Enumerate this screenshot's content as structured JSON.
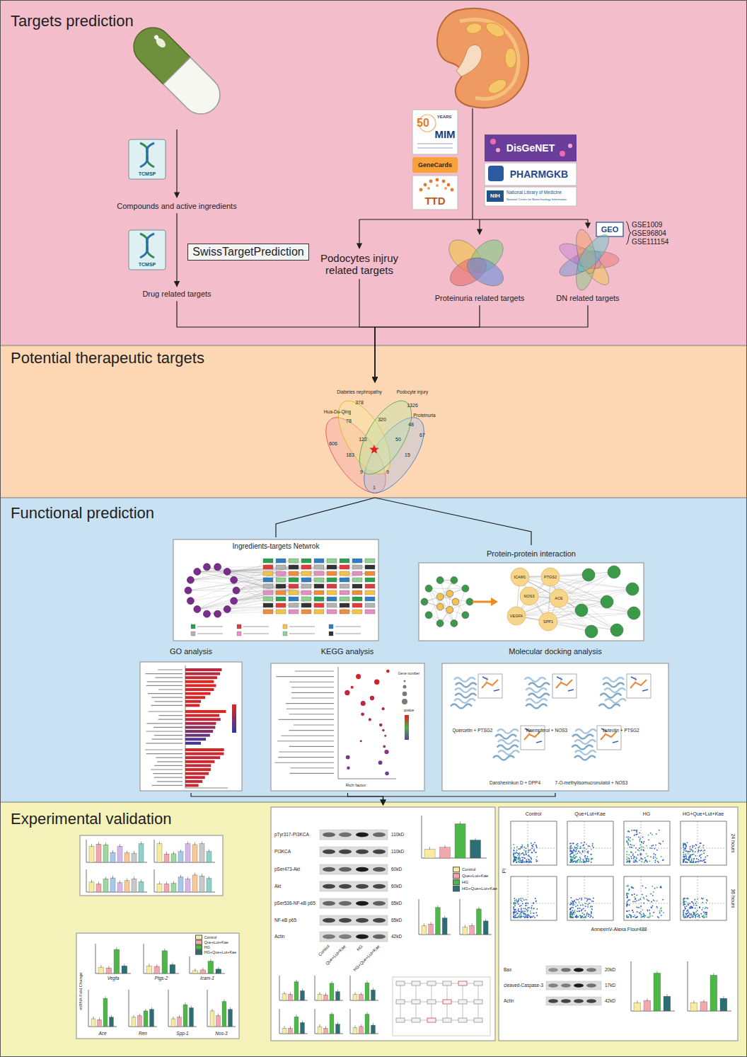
{
  "diagram": {
    "nodes": [
      {
        "text": [
          "Targets prediction"
        ]
      },
      {
        "text": [
          "Compounds and active ingredients"
        ],
        "in": 0
      },
      {
        "text": [
          "SwissTargetPrediction"
        ],
        "in": 0
      },
      {
        "text": [
          "Podocytes injruy related targets"
        ],
        "in": 0
      },
      {
        "text": [
          "Drug related targets"
        ],
        "in": 0
      },
      {
        "text": [
          "Proteinuria related targets"
        ],
        "in": 0
      },
      {
        "text": [
          "DN related targets"
        ],
        "in": 0
      },
      {
        "text": [
          "Potential therapeutic targets"
        ]
      },
      {
        "text": [
          "Diabetes nephropathy",
          "Podocyte injury",
          "Hua-Du-Qing",
          "Proteinuria",
          "378",
          "1326",
          "78",
          "320",
          "48",
          "606",
          "122",
          "50",
          "67",
          "183",
          "15",
          "9",
          "9",
          "1"
        ],
        "in": 7
      },
      {
        "text": [
          "Functional prediction"
        ]
      },
      {
        "text": [
          "Ingredients-targets Netwrok"
        ],
        "in": 9
      },
      {
        "text": [
          "Protein-protein interaction",
          "ICAM1",
          "PTGS2",
          "ACE",
          "VEGFA",
          "SPP1",
          "NOS3"
        ],
        "in": 9
      },
      {
        "text": [
          "GO analysis"
        ],
        "in": 9
      },
      {
        "text": [
          "KEGG analysis",
          "Gene number",
          "qvalue",
          "Rich factor"
        ],
        "in": 9
      },
      {
        "text": [
          "Molecular docking analysis",
          "Quercetin + PTSG2",
          "Kaempferol + NOS3",
          "Luteolin + PTSG2",
          "Danshexinkun D + DPP4",
          "7-O-methylisomucronulatol + NOS3"
        ],
        "in": 9
      },
      {
        "text": [
          "Experimental validation"
        ]
      },
      {
        "text": [
          "pTyr317-PI3KCA",
          "110kD",
          "PI3KCA",
          "110kD",
          "pSer473-Akt",
          "60kD",
          "Akt",
          "60kD",
          "pSer536-NF-κB p65",
          "65kD",
          "NF-κB p65",
          "65kD",
          "Actin",
          "42kD",
          "Control",
          "Que+Lut+Kae",
          "HG",
          "HG+Que+Lut+Kae"
        ],
        "in": 15
      },
      {
        "text": [
          "Control",
          "Que+Lut+Kae",
          "HG",
          "HG+Que+Lut+Kae",
          "24 hours",
          "36 hours",
          "PI",
          "AnnexinV-Alexa Flour488",
          "Bax",
          "20kD",
          "cleaved-Caspase-3",
          "17kD",
          "Actin",
          "42kD"
        ],
        "in": 15
      },
      {
        "text": [
          "Vegfa",
          "Ptgs-2",
          "Icam-1",
          "mRNA Fold Change",
          "Ace",
          "Ren",
          "Spp-1",
          "Nos-3"
        ],
        "in": 15
      }
    ],
    "edges": [
      {
        "from": 1,
        "to": 4,
        "arrow": "to"
      },
      {
        "from": 4,
        "to": 8,
        "arrow": "to"
      },
      {
        "from": 3,
        "to": 8,
        "arrow": "to"
      },
      {
        "from": 5,
        "to": 8,
        "arrow": "to"
      },
      {
        "from": 6,
        "to": 8,
        "arrow": "to"
      },
      {
        "from": 8,
        "to": 10,
        "arrow": "none"
      },
      {
        "from": 8,
        "to": 11,
        "arrow": "none"
      },
      {
        "from": 12,
        "to": 16,
        "arrow": "to"
      },
      {
        "from": 13,
        "to": 16,
        "arrow": "to"
      },
      {
        "from": 14,
        "to": 16,
        "arrow": "to"
      }
    ],
    "labels": [
      "TCMSP",
      "TCMSP",
      "50",
      "YEARS",
      "MIM",
      "GeneCards",
      "TTD",
      "DisGeNET",
      "PHARMGKB",
      "NIH",
      "National Library of Medicine",
      "National Center for Biotechnology Information",
      "GEO",
      "GSE1009",
      "GSE96804",
      "GSE111154"
    ],
    "legend": [
      {
        "text": "Control",
        "color": "#f6eba0"
      },
      {
        "text": "Que+Lut+Kae",
        "color": "#f2a7ad"
      },
      {
        "text": "HG",
        "color": "#4cb848"
      },
      {
        "text": "HG+Que+Lut+Kae",
        "color": "#2b6e74"
      },
      {
        "text": "Control",
        "color": "#f6eba0"
      },
      {
        "text": "Que+Lut+Kae",
        "color": "#f2a7ad"
      },
      {
        "text": "HG",
        "color": "#4cb848"
      },
      {
        "text": "HG+Que+Lut+Kae",
        "color": "#2b6e74"
      }
    ]
  }
}
